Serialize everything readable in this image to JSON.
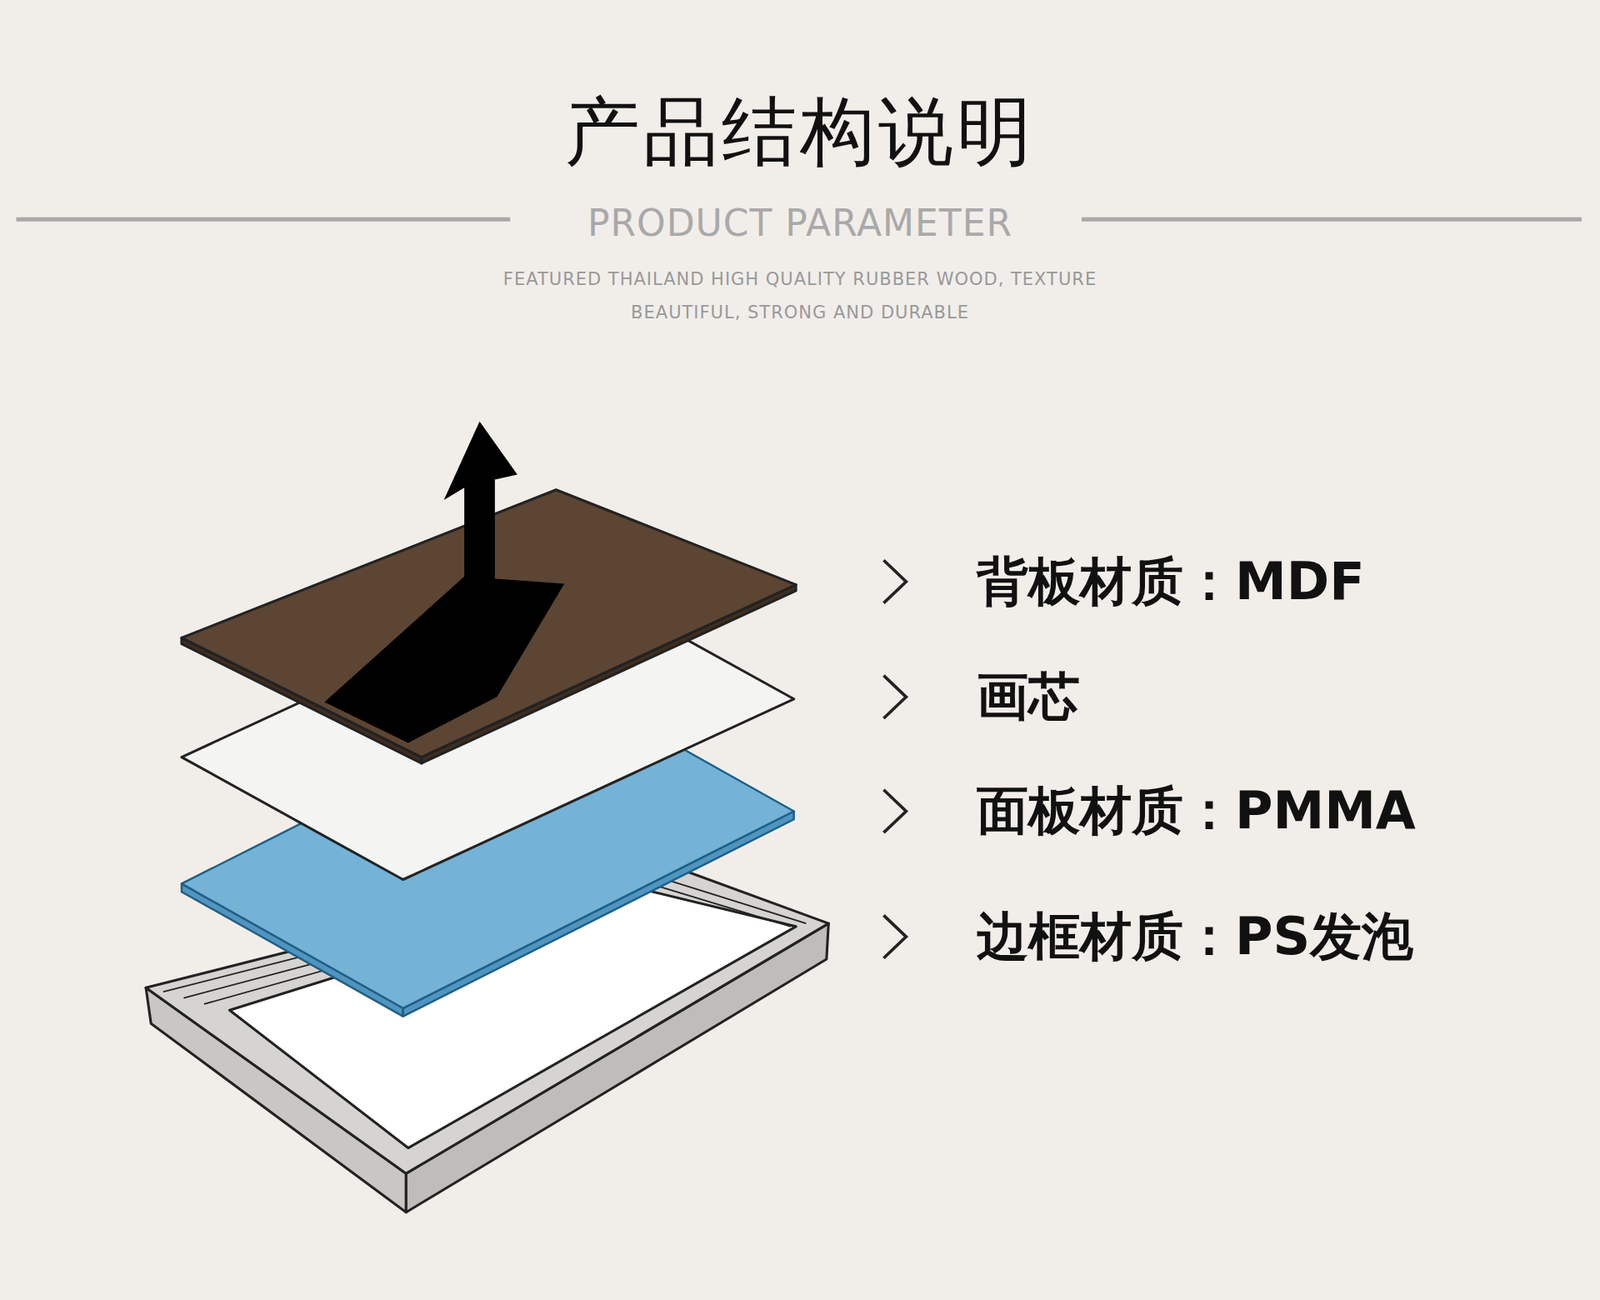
{
  "diagram": {
    "title": "产品结构说明",
    "labels": [
      "PRODUCT PARAMETER",
      "FEATURED THAILAND HIGH QUALITY RUBBER WOOD, TEXTURE BEAUTIFUL, STRONG AND DURABLE",
      "背板材质：MDF",
      "画芯",
      "面板材质：PMMA",
      "边框材质：PS发泡"
    ]
  }
}
